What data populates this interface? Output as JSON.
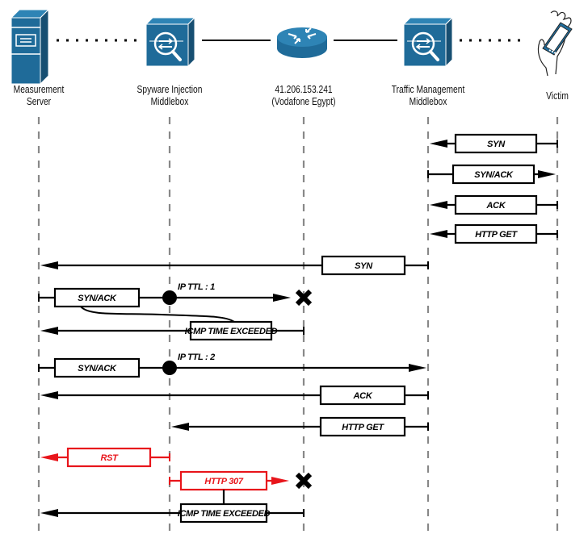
{
  "colors": {
    "device_blue": "#1f6b99",
    "device_blue_light": "#2e84b5",
    "device_blue_dark": "#174f72",
    "line": "#000000",
    "lifeline": "#888888",
    "highlight": "#e8151b"
  },
  "nodes": [
    {
      "id": "server",
      "label_line1": "Measurement",
      "label_line2": "Server",
      "icon": "server-icon"
    },
    {
      "id": "spyware",
      "label_line1": "Spyware Injection",
      "label_line2": "Middlebox",
      "icon": "middlebox-icon"
    },
    {
      "id": "router",
      "label_line1": "41.206.153.241",
      "label_line2": "(Vodafone Egypt)",
      "icon": "router-icon"
    },
    {
      "id": "traffic",
      "label_line1": "Traffic Management",
      "label_line2": "Middlebox",
      "icon": "middlebox-icon"
    },
    {
      "id": "victim",
      "label_line1": "Victim",
      "label_line2": "",
      "icon": "mobile-device-icon"
    }
  ],
  "links": [
    {
      "from": "server",
      "to": "spyware",
      "style": "dotted"
    },
    {
      "from": "spyware",
      "to": "router",
      "style": "solid"
    },
    {
      "from": "router",
      "to": "traffic",
      "style": "solid"
    },
    {
      "from": "traffic",
      "to": "victim",
      "style": "dotted"
    }
  ],
  "messages": [
    {
      "label": "SYN",
      "from": "victim",
      "to": "traffic",
      "color": "black"
    },
    {
      "label": "SYN/ACK",
      "from": "traffic",
      "to": "victim",
      "color": "black"
    },
    {
      "label": "ACK",
      "from": "victim",
      "to": "traffic",
      "color": "black"
    },
    {
      "label": "HTTP GET",
      "from": "victim",
      "to": "traffic",
      "color": "black"
    },
    {
      "label": "SYN",
      "from": "traffic",
      "to": "server",
      "color": "black"
    },
    {
      "label": "SYN/ACK",
      "from": "server",
      "to": "router",
      "color": "black",
      "annotation": "IP TTL : 1",
      "dropped": true
    },
    {
      "label": "ICMP TIME EXCEEDED",
      "from": "router",
      "to": "server",
      "color": "black"
    },
    {
      "label": "SYN/ACK",
      "from": "server",
      "to": "traffic",
      "color": "black",
      "annotation": "IP TTL : 2"
    },
    {
      "label": "ACK",
      "from": "traffic",
      "to": "server",
      "color": "black"
    },
    {
      "label": "HTTP GET",
      "from": "traffic",
      "to": "spyware",
      "color": "black"
    },
    {
      "label": "RST",
      "from": "spyware",
      "to": "server",
      "color": "red"
    },
    {
      "label": "HTTP 307",
      "from": "spyware",
      "to": "router",
      "color": "red",
      "dropped": true
    },
    {
      "label": "ICMP TIME EXCEEDED",
      "from": "router",
      "to": "server",
      "color": "black"
    }
  ]
}
